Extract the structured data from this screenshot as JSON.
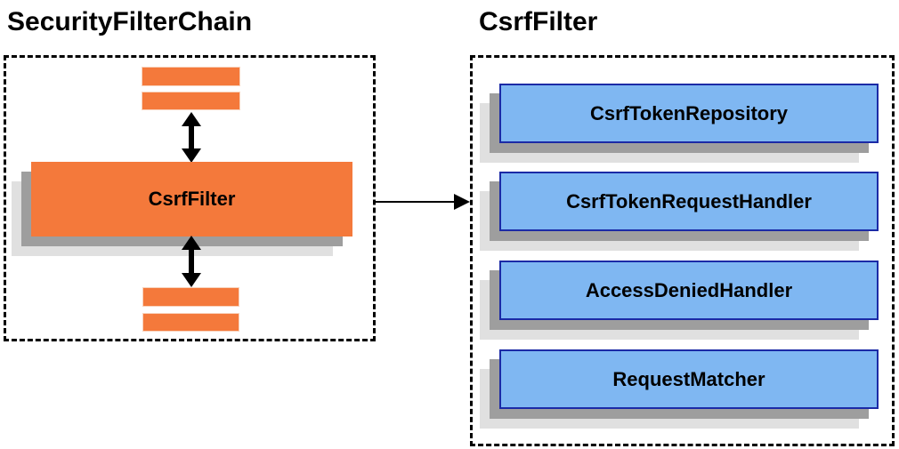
{
  "titles": {
    "security_filter_chain": "SecurityFilterChain",
    "csrf_filter": "CsrfFilter"
  },
  "security_filter_chain": {
    "filter_label": "CsrfFilter"
  },
  "csrf_filter_panel": {
    "components": [
      {
        "label": "CsrfTokenRepository"
      },
      {
        "label": "CsrfTokenRequestHandler"
      },
      {
        "label": "AccessDeniedHandler"
      },
      {
        "label": "RequestMatcher"
      }
    ]
  },
  "icons": {
    "bidirectional_arrow": "vertical double-headed arrow",
    "flow_arrow": "right-pointing arrow"
  },
  "colors": {
    "orange": "#f4793b",
    "blue_fill": "#7fb7f2",
    "blue_border": "#1b2aa6",
    "shadow_dark": "#9e9e9e",
    "shadow_light": "#e0e0e0",
    "line": "#000000"
  }
}
